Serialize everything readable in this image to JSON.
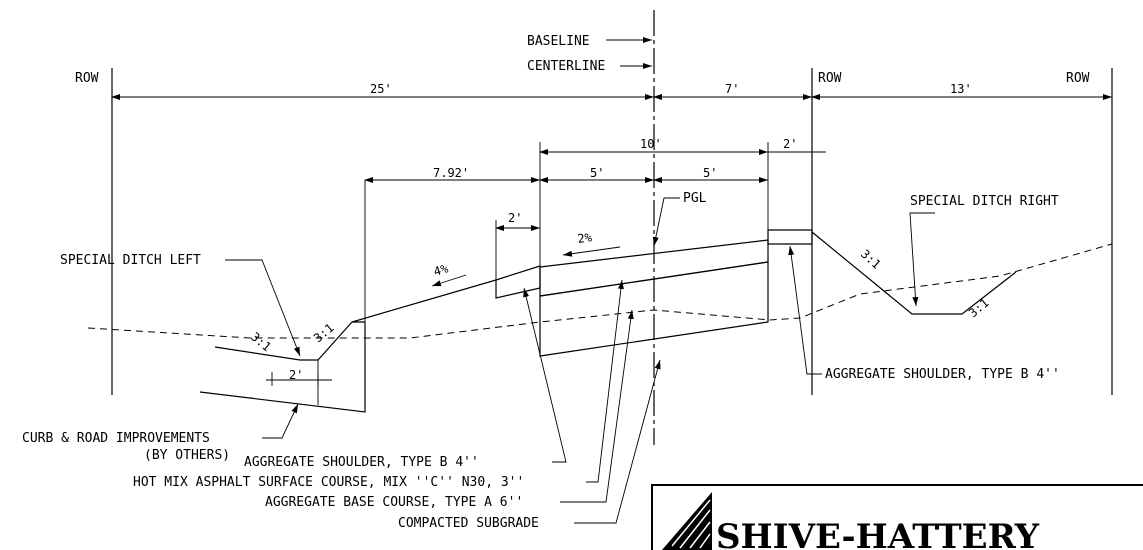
{
  "labels": {
    "baseline": "BASELINE",
    "centerline": "CENTERLINE",
    "row_left": "ROW",
    "row_mid": "ROW",
    "row_right": "ROW",
    "pgl": "PGL",
    "special_ditch_left": "SPECIAL DITCH LEFT",
    "special_ditch_right": "SPECIAL DITCH RIGHT",
    "agg_shoulder_right": "AGGREGATE SHOULDER, TYPE B 4''",
    "curb_road_1": "CURB & ROAD IMPROVEMENTS",
    "curb_road_2": "(BY OTHERS)",
    "agg_shoulder_left": "AGGREGATE SHOULDER, TYPE B 4''",
    "hot_mix": "HOT MIX ASPHALT SURFACE COURSE, MIX ''C'' N30, 3''",
    "agg_base": "AGGREGATE BASE COURSE, TYPE A 6''",
    "subgrade": "COMPACTED SUBGRADE"
  },
  "dimensions": {
    "d25": "25'",
    "d7": "7'",
    "d13": "13'",
    "d10": "10'",
    "d2_top": "2'",
    "d792": "7.92'",
    "d5_left": "5'",
    "d5_right": "5'",
    "d2_shoulder": "2'",
    "d2_ditch": "2'"
  },
  "slopes": {
    "s2pct": "2%",
    "s4pct": "4%",
    "s31_ditch_l1": "3:1",
    "s31_ditch_l2": "3:1",
    "s31_right_1": "3:1",
    "s31_right_2": "3:1"
  },
  "logo": {
    "name": "SHIVE-HATTERY"
  }
}
